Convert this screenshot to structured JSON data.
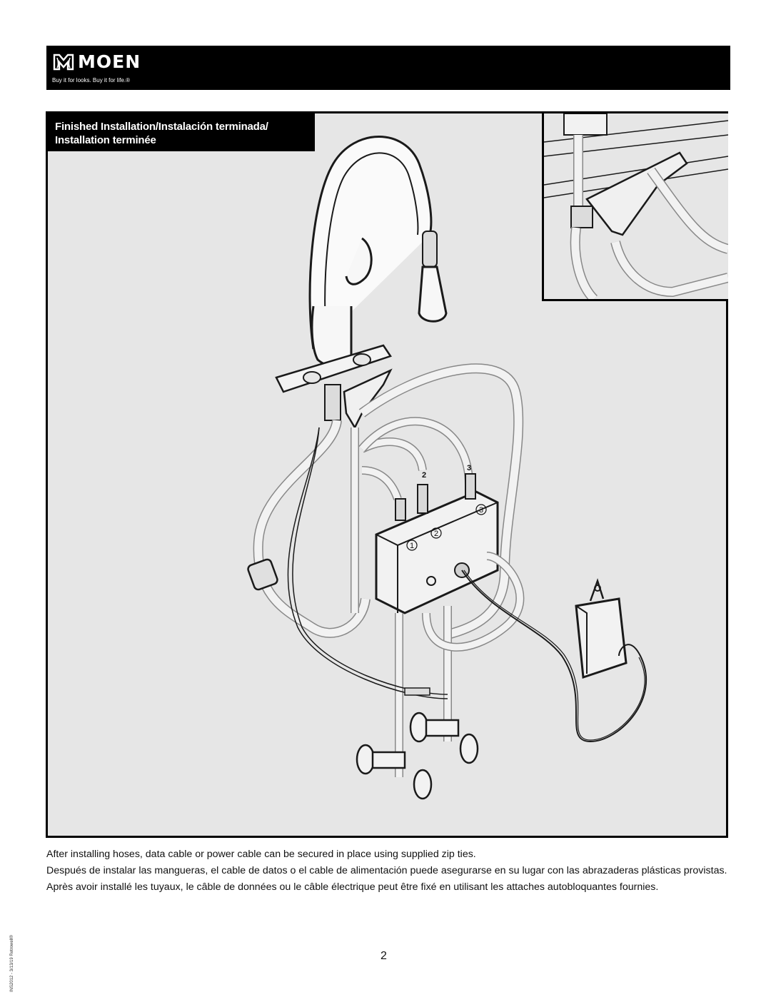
{
  "header": {
    "brand": "MOEN",
    "tagline": "Buy it for looks. Buy it for life.®"
  },
  "figure": {
    "title": "Finished Installation/Instalación terminada/ Installation terminée",
    "port_labels": [
      "1",
      "2",
      "3"
    ],
    "line_labels": [
      "2",
      "3"
    ]
  },
  "captions": {
    "english": "After installing hoses, data cable or power cable can be secured in place using supplied zip ties.",
    "spanish": "Después de instalar las mangueras, el cable de datos o el cable de alimentación puede asegurarse en su lugar con las abrazaderas plásticas provistas.",
    "french": "Après avoir installé les tuyaux, le câble de données ou le câble électrique peut être fixé en utilisant les attaches autobloquantes fournies."
  },
  "footer": {
    "page_number": "2",
    "doc_code": "INS2012 - 3/13/19 Retrowell®"
  },
  "colors": {
    "header_bg": "#000000",
    "figure_bg": "#e6e6e6",
    "line_art": "#1a1a1a"
  }
}
